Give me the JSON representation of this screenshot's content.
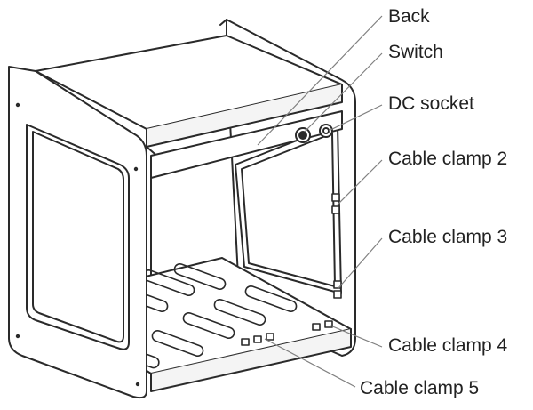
{
  "labels": {
    "back": "Back",
    "switch": "Switch",
    "dc_socket": "DC socket",
    "cable_clamp_2": "Cable clamp 2",
    "cable_clamp_3": "Cable clamp 3",
    "cable_clamp_4": "Cable clamp 4",
    "cable_clamp_5": "Cable clamp 5"
  },
  "colors": {
    "stroke": "#2a2a2a",
    "leader": "#808080",
    "panel_fill": "#ffffff",
    "shade": "#e8e8e8"
  }
}
